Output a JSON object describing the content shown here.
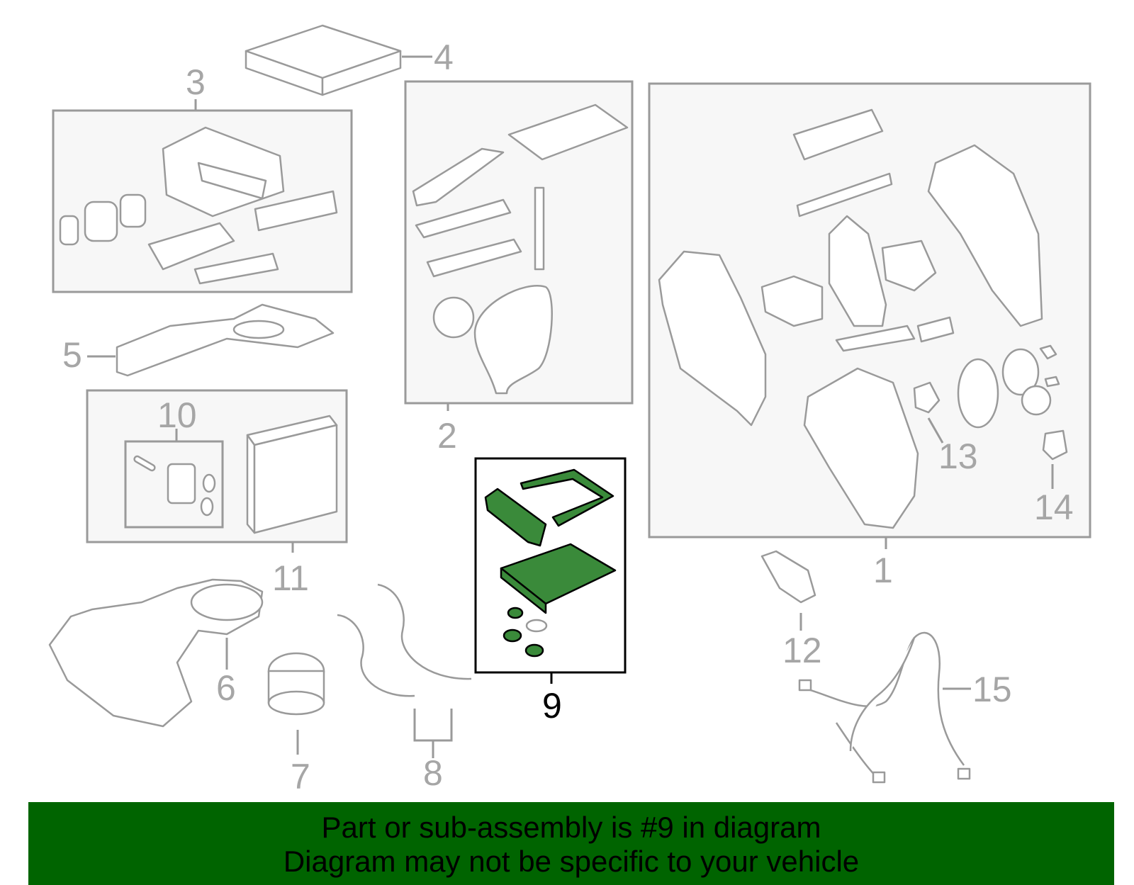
{
  "diagram": {
    "callouts": [
      {
        "id": "1",
        "label": "1"
      },
      {
        "id": "2",
        "label": "2"
      },
      {
        "id": "3",
        "label": "3"
      },
      {
        "id": "4",
        "label": "4"
      },
      {
        "id": "5",
        "label": "5"
      },
      {
        "id": "6",
        "label": "6"
      },
      {
        "id": "7",
        "label": "7"
      },
      {
        "id": "8",
        "label": "8"
      },
      {
        "id": "9",
        "label": "9",
        "highlighted": true
      },
      {
        "id": "10",
        "label": "10"
      },
      {
        "id": "11",
        "label": "11"
      },
      {
        "id": "12",
        "label": "12"
      },
      {
        "id": "13",
        "label": "13"
      },
      {
        "id": "14",
        "label": "14"
      },
      {
        "id": "15",
        "label": "15"
      }
    ],
    "highlight_color": "#3a8a3a",
    "outline_color": "#9a9a9a"
  },
  "banner": {
    "line1": "Part or sub-assembly is #9 in diagram",
    "line2": "Diagram may not be specific to your vehicle",
    "background": "#006400"
  }
}
